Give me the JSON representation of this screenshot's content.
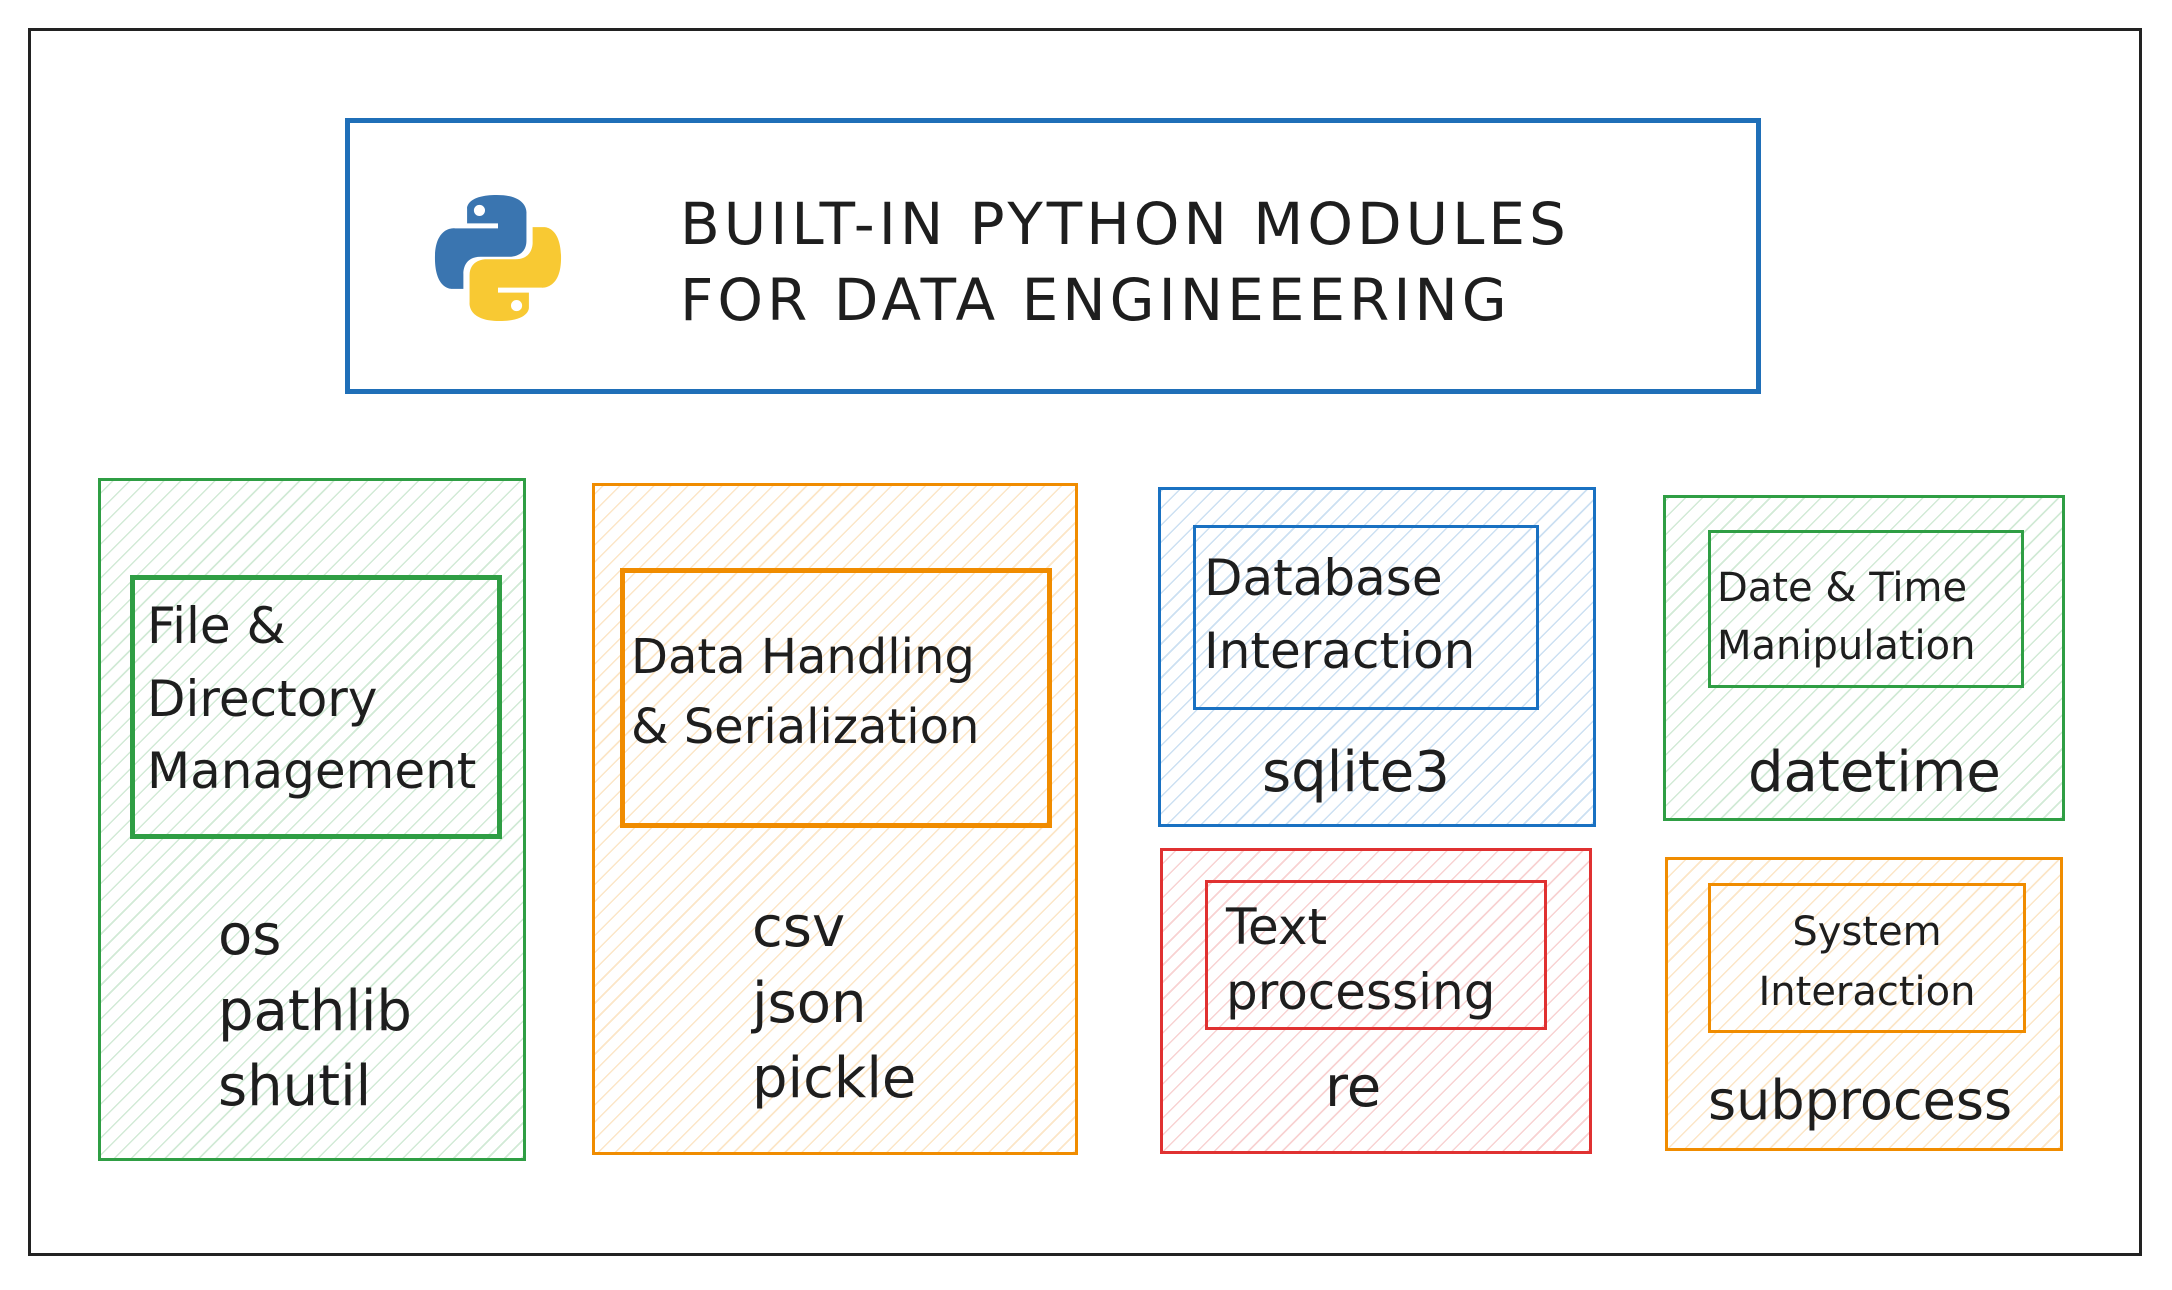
{
  "header": {
    "title_line1": "BUILT-IN PYTHON MODULES",
    "title_line2": "FOR DATA ENGINEEERING",
    "logo_icon": "python-logo",
    "border_color": "#1f6fb8"
  },
  "categories": [
    {
      "title": "File &\nDirectory\nManagement",
      "modules": "os\npathlib\nshutil",
      "color": "#2f9e44"
    },
    {
      "title": "Data Handling\n& Serialization",
      "modules": "csv\njson\npickle",
      "color": "#f08c00"
    },
    {
      "title": "Database\nInteraction",
      "modules": "sqlite3",
      "color": "#1971c2"
    },
    {
      "title": "Text\nprocessing",
      "modules": "re",
      "color": "#e03131"
    },
    {
      "title": "Date & Time\nManipulation",
      "modules": "datetime",
      "color": "#2f9e44"
    },
    {
      "title": "System\nInteraction",
      "modules": "subprocess",
      "color": "#f08c00"
    }
  ]
}
